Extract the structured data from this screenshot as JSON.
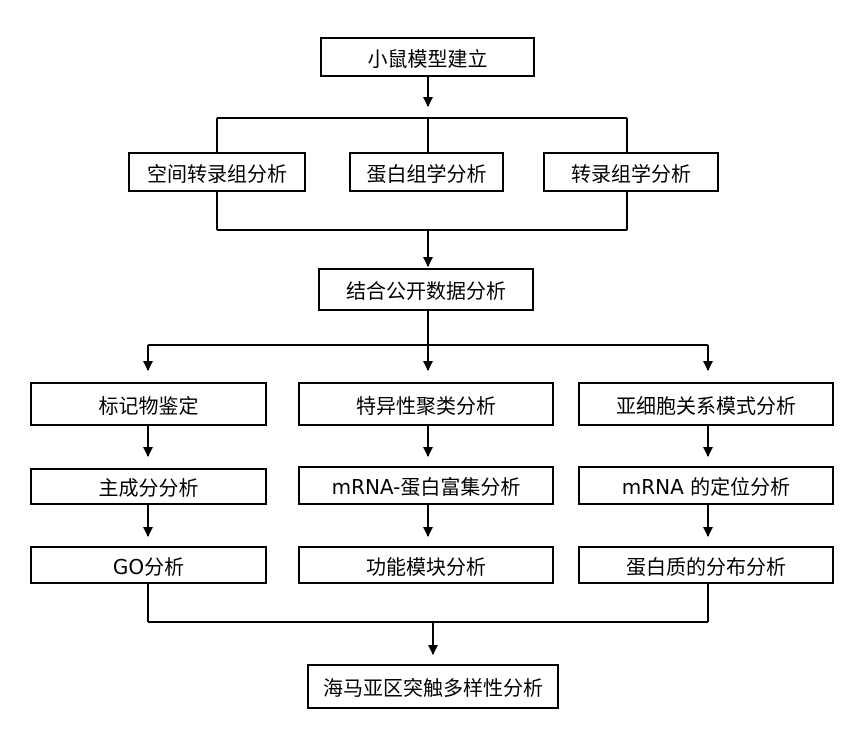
{
  "nodes": {
    "model": "小鼠模型建立",
    "spatial": "空间转录组分析",
    "proteome": "蛋白组学分析",
    "transcriptome": "转录组学分析",
    "public": "结合公开数据分析",
    "marker": "标记物鉴定",
    "specific": "特异性聚类分析",
    "subcell": "亚细胞关系模式分析",
    "pca": "主成分分析",
    "mrna_enrich": "mRNA-蛋白富集分析",
    "mrna_loc": "mRNA 的定位分析",
    "go": "GO分析",
    "module": "功能模块分析",
    "protein_dist": "蛋白质的分布分析",
    "final": "海马亚区突触多样性分析"
  }
}
